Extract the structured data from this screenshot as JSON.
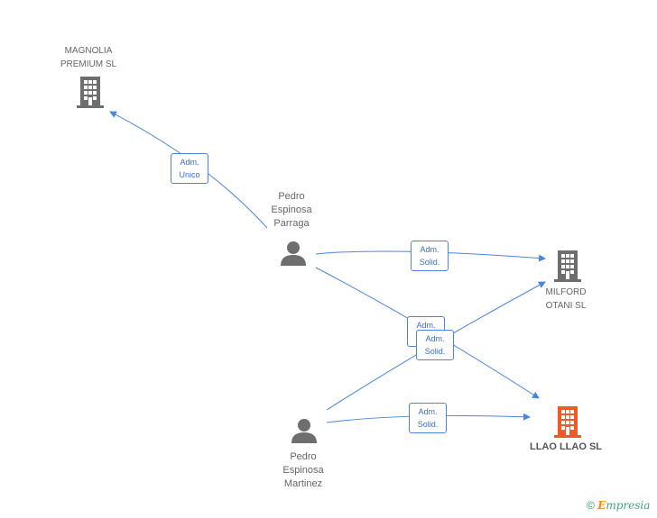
{
  "nodes": {
    "magnolia": {
      "name_line1": "MAGNOLIA",
      "name_line2": "PREMIUM  SL"
    },
    "milford": {
      "name_line1": "MILFORD",
      "name_line2": "OTANI  SL"
    },
    "llao": {
      "name": "LLAO LLAO SL"
    },
    "pedro_parraga": {
      "line1": "Pedro",
      "line2": "Espinosa",
      "line3": "Parraga"
    },
    "pedro_martinez": {
      "line1": "Pedro",
      "line2": "Espinosa",
      "line3": "Martinez"
    }
  },
  "edges": {
    "parraga_magnolia": {
      "line1": "Adm.",
      "line2": "Unico"
    },
    "parraga_milford": {
      "line1": "Adm.",
      "line2": "Solid."
    },
    "parraga_llao": {
      "line1": "Adm.",
      "line2": "Solid."
    },
    "martinez_milford": {
      "line1": "Adm.",
      "line2": "Solid."
    },
    "martinez_llao": {
      "line1": "Adm.",
      "line2": "Solid."
    }
  },
  "colors": {
    "edge": "#4a86e0",
    "company_icon": "#6e6e6e",
    "main_company_icon": "#f05a28",
    "person_icon": "#6e6e6e"
  },
  "footer": {
    "copyright": "©",
    "brand_e": "E",
    "brand_rest": "mpresia"
  }
}
